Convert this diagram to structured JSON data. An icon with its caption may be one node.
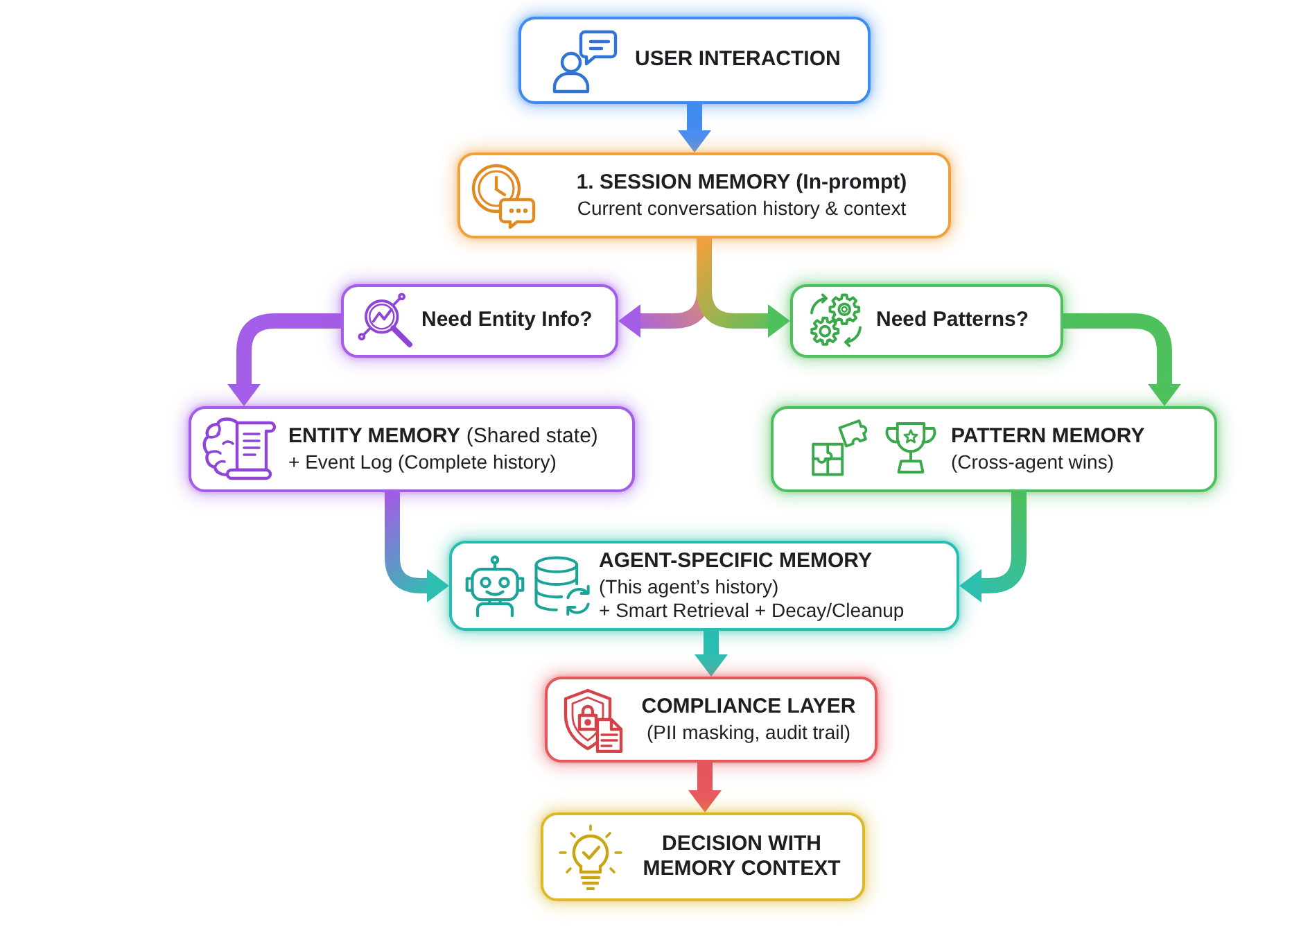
{
  "diagram": {
    "nodes": [
      {
        "text": [
          "USER INTERACTION"
        ]
      },
      {
        "text": [
          "1. SESSION MEMORY (In-prompt)",
          "Current conversation history & context"
        ]
      },
      {
        "text": [
          "Need Entity Info?"
        ]
      },
      {
        "text": [
          "Need Patterns?"
        ]
      },
      {
        "text": [
          "**ENTITY MEMORY** (Shared state)",
          "+ Event Log (Complete history)"
        ]
      },
      {
        "text": [
          "PATTERN MEMORY",
          "(Cross-agent wins)"
        ]
      },
      {
        "text": [
          "AGENT-SPECIFIC MEMORY",
          "(This agent’s history)",
          "+ Smart Retrieval + Decay/Cleanup"
        ]
      },
      {
        "text": [
          "COMPLIANCE LAYER",
          "(PII masking, audit trail)"
        ]
      },
      {
        "text": [
          "DECISION WITH MEMORY CONTEXT"
        ]
      }
    ],
    "edges": [
      {
        "from": 0,
        "to": 1,
        "arrow": "to",
        "color": "#4a8ef0"
      },
      {
        "from": 1,
        "to": 2,
        "arrow": "to",
        "color": "#a45ee8"
      },
      {
        "from": 1,
        "to": 3,
        "arrow": "to",
        "color": "#4fc25e"
      },
      {
        "from": 2,
        "to": 4,
        "arrow": "to",
        "color": "#a45ee8"
      },
      {
        "from": 3,
        "to": 5,
        "arrow": "to",
        "color": "#4fc25e"
      },
      {
        "from": 4,
        "to": 6,
        "arrow": "to",
        "color": "#2fbfb0"
      },
      {
        "from": 5,
        "to": 6,
        "arrow": "to",
        "color": "#2fbfb0"
      },
      {
        "from": 6,
        "to": 7,
        "arrow": "to",
        "color": "#2fbfb0"
      },
      {
        "from": 7,
        "to": 8,
        "arrow": "to",
        "color": "#e8585e"
      }
    ]
  }
}
